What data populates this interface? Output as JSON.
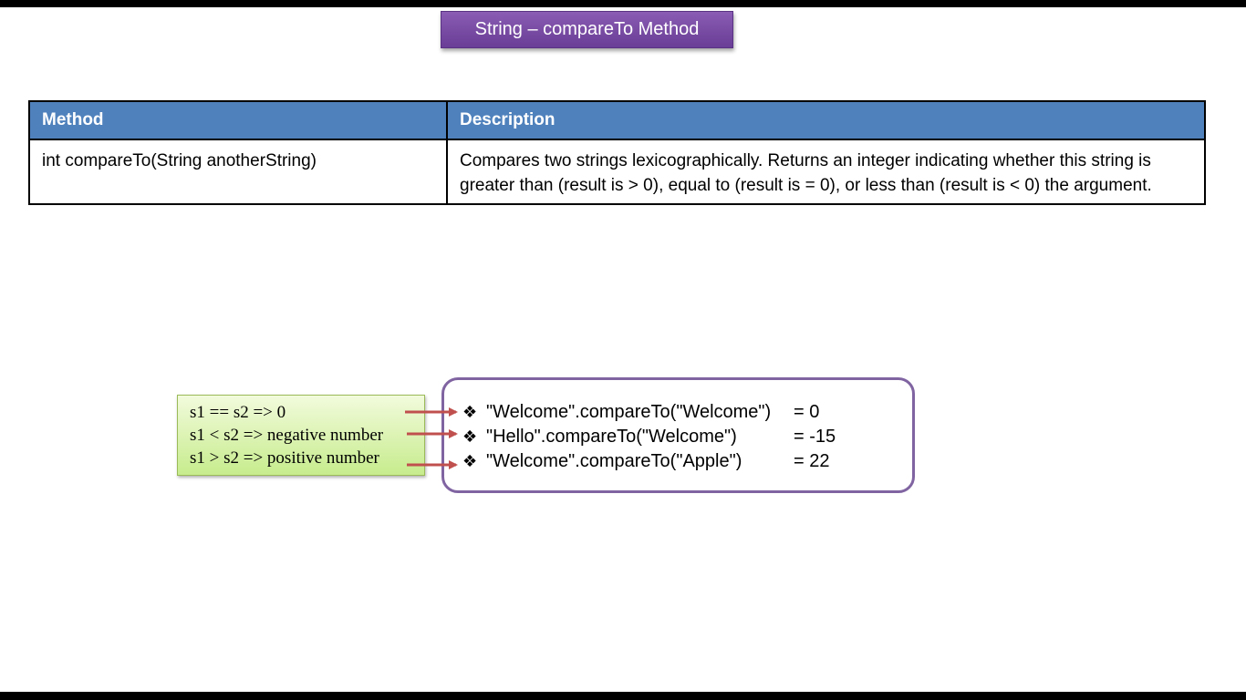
{
  "title": "String – compareTo Method",
  "table": {
    "headers": [
      "Method",
      "Description"
    ],
    "rows": [
      {
        "method": "int compareTo(String anotherString)",
        "description": "Compares two strings lexicographically. Returns an integer indicating whether this string is greater than (result is > 0), equal to (result is = 0), or less than (result is < 0) the argument."
      }
    ]
  },
  "note": {
    "lines": [
      "s1 == s2 => 0",
      "s1 < s2 => negative number",
      "s1 > s2 => positive number"
    ]
  },
  "examples": {
    "bullet": "❖",
    "items": [
      {
        "expr": "\"Welcome\".compareTo(\"Welcome\")",
        "result": "= 0"
      },
      {
        "expr": "\"Hello\".compareTo(\"Welcome\")",
        "result": "= -15"
      },
      {
        "expr": "\"Welcome\".compareTo(\"Apple\")",
        "result": "= 22"
      }
    ]
  },
  "colors": {
    "title_bg": "#7b4ea8",
    "header_bg": "#4f81bd",
    "note_bg": "#d8f2b0",
    "example_border": "#8064a2",
    "arrow": "#c0504d"
  }
}
